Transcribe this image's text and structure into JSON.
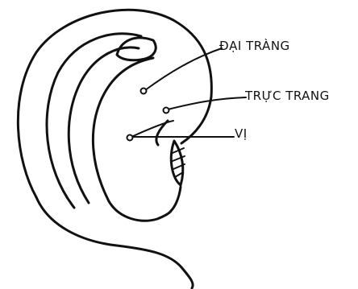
{
  "points": {
    "dai_trang": "ĐẠI TRÀNG",
    "truc_trang": "TRỰC TRANG",
    "vi": "VỊ"
  },
  "colors": {
    "ink": "#111111",
    "background": "#ffffff"
  }
}
